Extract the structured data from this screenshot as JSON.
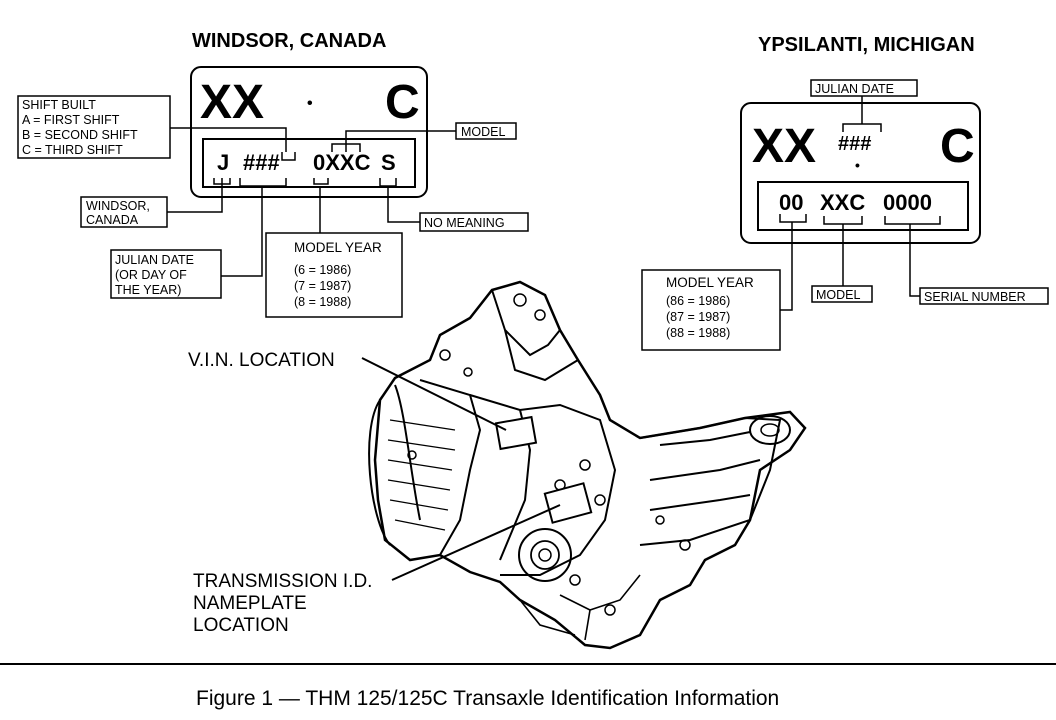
{
  "windsor": {
    "title": "WINDSOR, CANADA",
    "plate_xx": "XX",
    "plate_dot": "•",
    "plate_c": "C",
    "code_j": "J",
    "code_hash": "###",
    "code_model": "0XXC",
    "code_s": "S",
    "shift_built": [
      "SHIFT BUILT",
      "A = FIRST SHIFT",
      "B = SECOND SHIFT",
      "C = THIRD SHIFT"
    ],
    "model_label": "MODEL",
    "windsor_label": [
      "WINDSOR,",
      "CANADA"
    ],
    "no_meaning_label": "NO MEANING",
    "julian_label": [
      "JULIAN DATE",
      "(OR DAY OF",
      "THE YEAR)"
    ],
    "model_year_label": [
      "MODEL YEAR",
      "(6 = 1986)",
      "(7 = 1987)",
      "(8 = 1988)"
    ]
  },
  "ypsilanti": {
    "title": "YPSILANTI, MICHIGAN",
    "plate_xx": "XX",
    "plate_hash": "###",
    "plate_dot": "•",
    "plate_c": "C",
    "code_year": "00",
    "code_model": "XXC",
    "code_serial": "0000",
    "julian_label": "JULIAN DATE",
    "model_year_label": [
      "MODEL YEAR",
      "(86 = 1986)",
      "(87 = 1987)",
      "(88 = 1988)"
    ],
    "model_label": "MODEL",
    "serial_label": "SERIAL NUMBER"
  },
  "transaxle": {
    "vin_label": "V.I.N. LOCATION",
    "nameplate_label": [
      "TRANSMISSION I.D.",
      "NAMEPLATE",
      "LOCATION"
    ]
  },
  "caption": "Figure 1 — THM 125/125C Transaxle Identification Information"
}
